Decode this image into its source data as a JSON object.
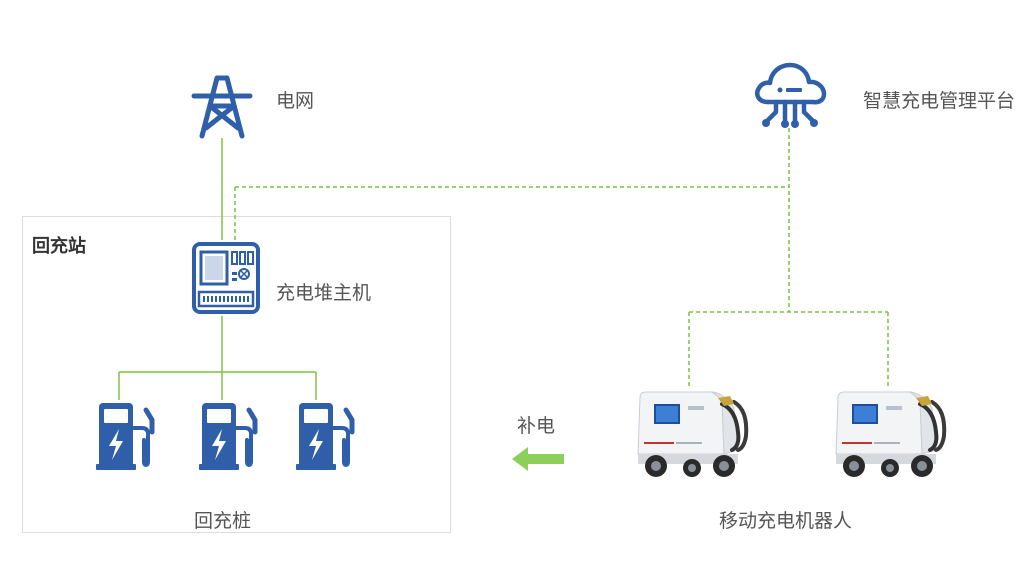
{
  "labels": {
    "grid": "电网",
    "platform": "智慧充电管理平台",
    "station": "回充站",
    "host": "充电堆主机",
    "piles": "回充桩",
    "recharge": "补电",
    "robots": "移动充电机器人"
  },
  "colors": {
    "icon_blue": "#2e5fa8",
    "line_green": "#7cc242",
    "arrow_green": "#8ccf5a",
    "box_border": "#dddddd"
  },
  "icons": {
    "grid": "power-tower-icon",
    "platform": "cloud-network-icon",
    "host": "charging-host-cabinet-icon",
    "pile": "ev-charging-pile-icon",
    "robot": "mobile-charging-robot-icon",
    "arrow": "left-arrow-icon"
  }
}
